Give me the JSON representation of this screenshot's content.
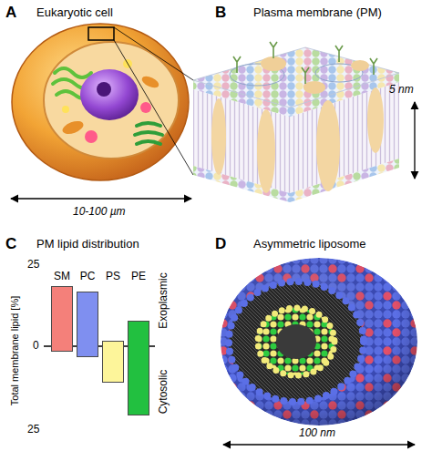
{
  "diagram": {
    "nodes": [
      {
        "text": [
          "SM"
        ]
      },
      {
        "text": [
          "PC"
        ]
      },
      {
        "text": [
          "PS"
        ]
      },
      {
        "text": [
          "PE"
        ]
      }
    ],
    "labels": [
      "A",
      "Eukaryotic cell",
      "10-100 µm",
      "B",
      "Plasma membrane (PM)",
      "5 nm",
      "C",
      "PM lipid distribution",
      "25",
      "0",
      "25",
      "Total membrane lipid [%]",
      "Exoplasmic",
      "Cytosolic",
      "D",
      "Asymmetric liposome",
      "100 nm"
    ]
  }
}
